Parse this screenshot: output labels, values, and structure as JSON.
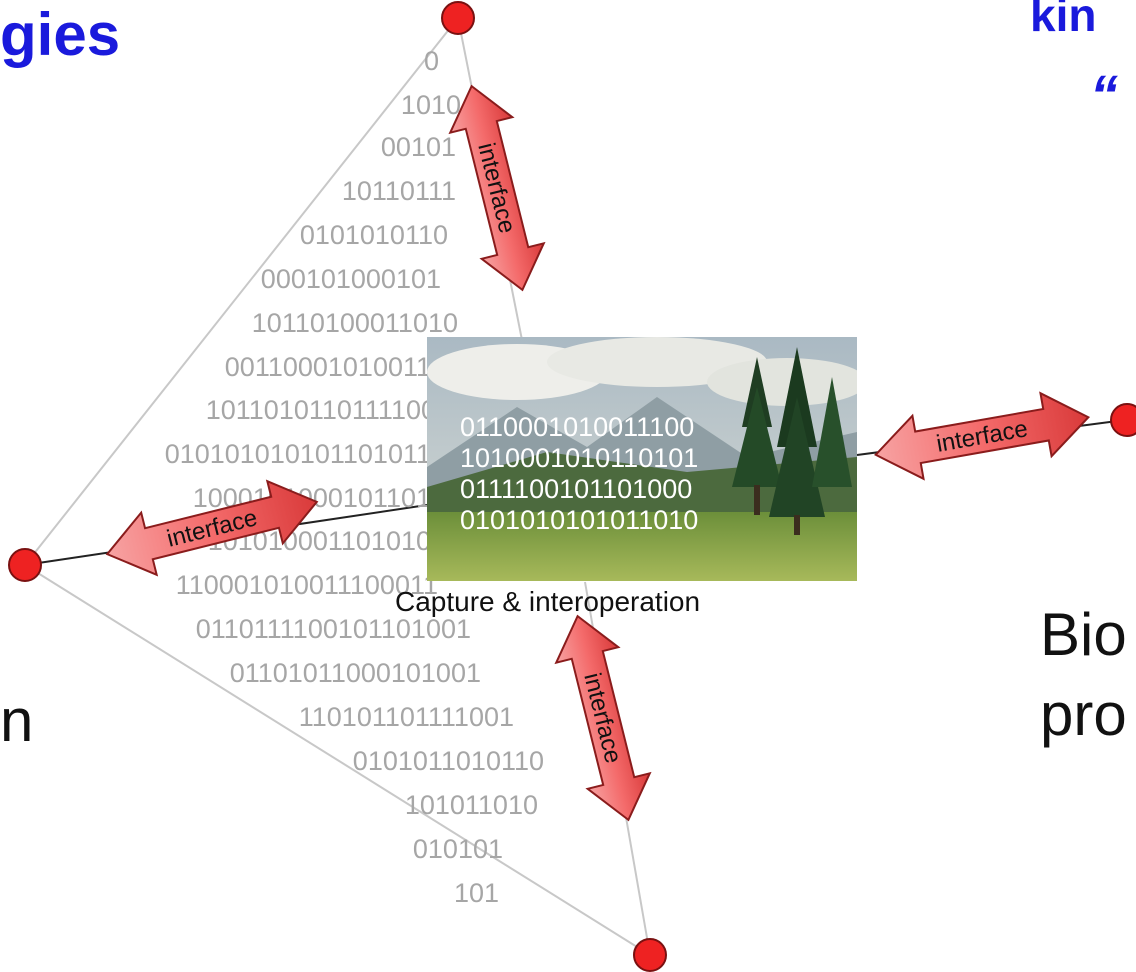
{
  "headings": {
    "left_fragment": "gies",
    "right_fragment_top": "kin",
    "right_fragment_quote": "“"
  },
  "body_fragments": {
    "left_n": "n",
    "right_line1": "Bio",
    "right_line2": "pro"
  },
  "binary_triangle_lines": [
    "0",
    "1010",
    "00101",
    "10110111",
    "0101010110",
    "000101000101",
    "10110100011010",
    "00110001010011",
    "1011010110111100",
    "010101010101101011",
    "1000101000101101",
    "101010001101010",
    "110001010011100011",
    "0110111100101101001",
    "01101011000101001",
    "110101101111001",
    "0101011010110",
    "101011010",
    "010101",
    "101"
  ],
  "center_panel": {
    "binary_overlay": [
      "0110001010011100",
      "1010001010110101",
      "0111100101101000",
      "0101010101011010"
    ],
    "caption": "Capture & interoperation"
  },
  "arrows": {
    "top": "interface",
    "left": "interface",
    "right": "interface",
    "bottom": "interface"
  },
  "colors": {
    "heading_blue": "#1a1adc",
    "node_red": "#ee2222",
    "arrow_fill": "#f26c6c",
    "binary_gray": "#a6a6a6"
  }
}
